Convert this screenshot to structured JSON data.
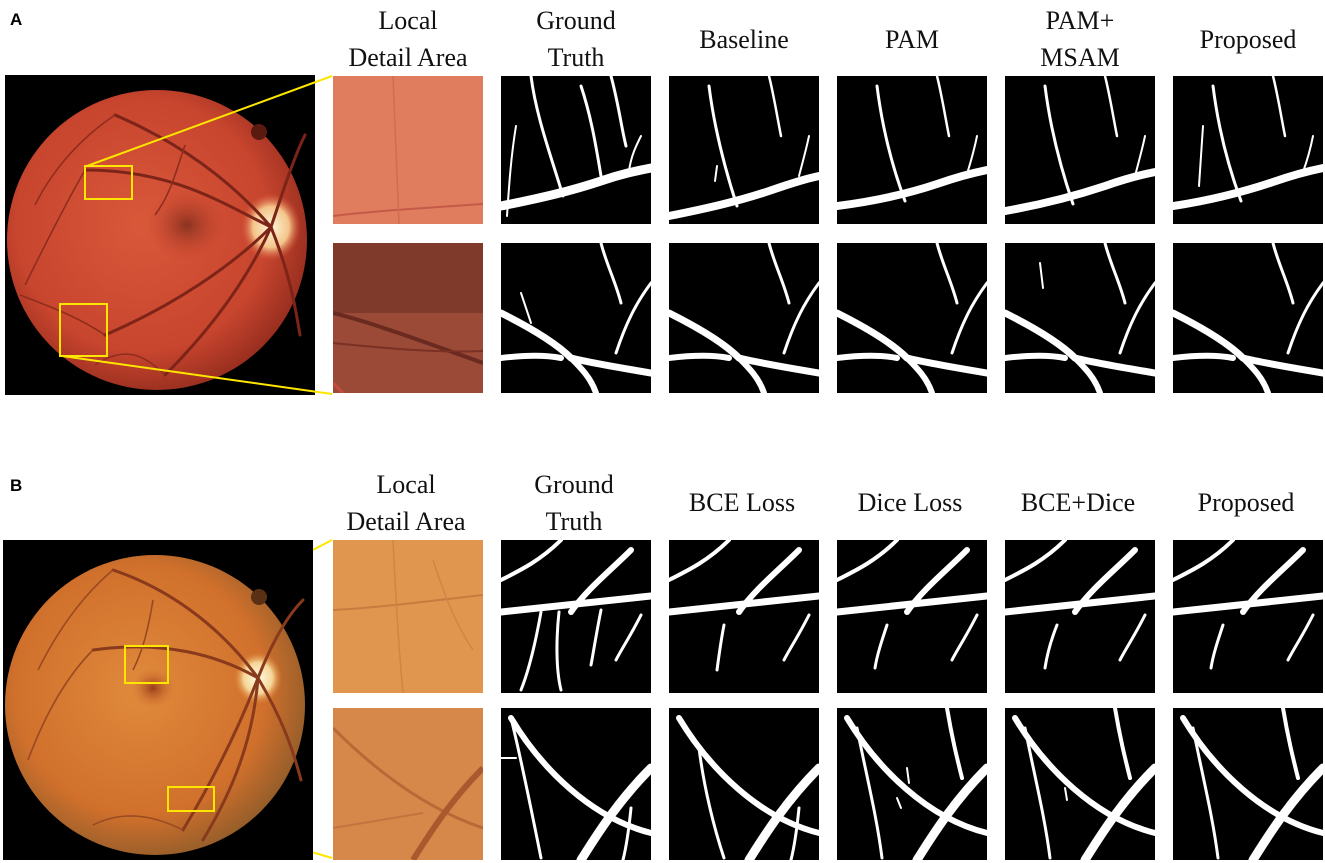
{
  "panels": [
    {
      "label": "A",
      "headers": {
        "local_1": "Local",
        "local_2": "Detail Area",
        "gt_1": "Ground",
        "gt_2": "Truth",
        "m1": "Baseline",
        "m2": "PAM",
        "m3_1": "PAM+",
        "m3_2": "MSAM",
        "m4": "Proposed"
      }
    },
    {
      "label": "B",
      "headers": {
        "local_1": "Local",
        "local_2": "Detail Area",
        "gt_1": "Ground",
        "gt_2": "Truth",
        "m1": "BCE Loss",
        "m2": "Dice Loss",
        "m3": "BCE+Dice",
        "m4": "Proposed"
      }
    }
  ],
  "colors": {
    "highlight_box": "#ffe600",
    "retina_A": "#c8452e",
    "retina_B": "#d0702c",
    "vessel": "#ffffff",
    "mask_background": "#000000"
  }
}
